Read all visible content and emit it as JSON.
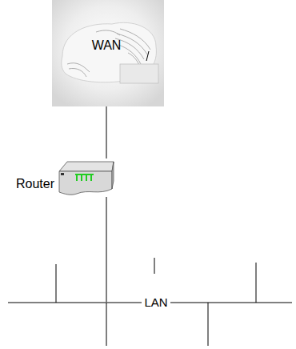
{
  "diagram": {
    "nodes": [
      {
        "text": [
          "WAN"
        ]
      },
      {
        "text": [
          "Router"
        ]
      },
      {
        "text": [
          "LAN"
        ]
      }
    ],
    "edges": [
      {
        "from": 0,
        "to": 1,
        "arrow": "none"
      },
      {
        "from": 1,
        "to": 2,
        "arrow": "none"
      }
    ]
  }
}
